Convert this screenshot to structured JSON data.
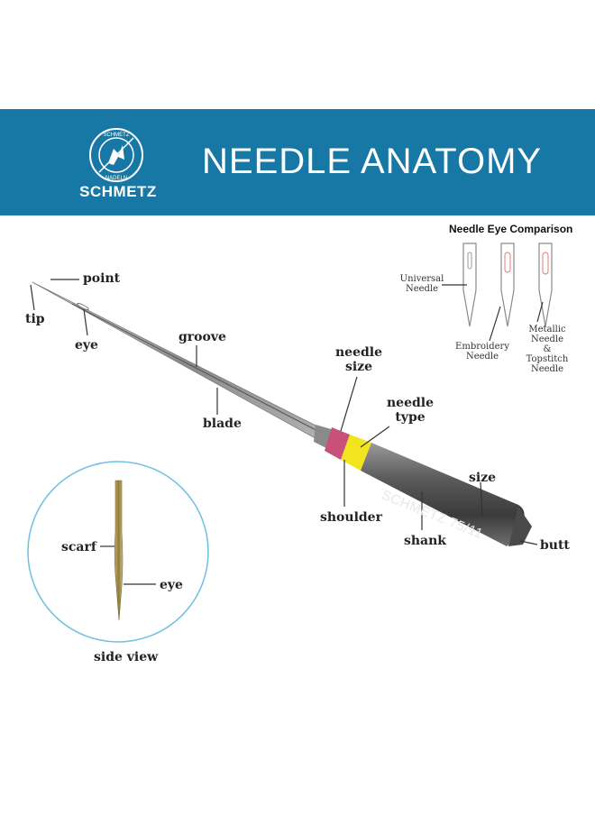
{
  "header": {
    "brand": "SCHMETZ",
    "title": "NEEDLE ANATOMY",
    "emblem_text_top": "SCHMETZ",
    "emblem_text_bottom": "NADELN",
    "background_color": "#1778a6"
  },
  "needle": {
    "imprint": "SCHMETZ 75/11",
    "size_band_color": "#c95079",
    "type_band_color": "#f2e41f"
  },
  "labels": {
    "point": "point",
    "tip": "tip",
    "eye": "eye",
    "groove": "groove",
    "blade": "blade",
    "needle_size": [
      "needle",
      "size"
    ],
    "needle_type": [
      "needle",
      "type"
    ],
    "shoulder": "shoulder",
    "shank": "shank",
    "size": "size",
    "butt": "butt"
  },
  "side_view": {
    "caption": "side view",
    "scarf": "scarf",
    "eye": "eye"
  },
  "eye_comparison": {
    "title": "Needle Eye Comparison",
    "needles": [
      {
        "lines": [
          "Universal",
          "Needle"
        ]
      },
      {
        "lines": [
          "Embroidery",
          "Needle"
        ]
      },
      {
        "lines": [
          "Metallic",
          "Needle",
          "&",
          "Topstitch",
          "Needle"
        ]
      }
    ]
  }
}
